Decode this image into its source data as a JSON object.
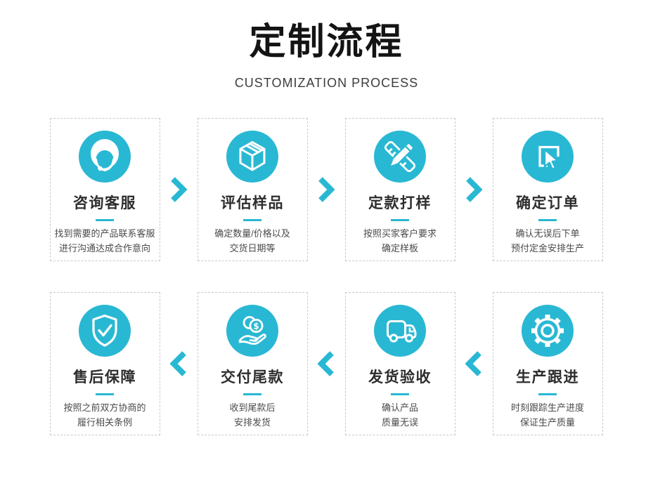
{
  "page": {
    "title": "定制流程",
    "subtitle": "CUSTOMIZATION PROCESS"
  },
  "colors": {
    "accent_teal": "#29b8d3",
    "card_border": "#c9c9c9",
    "title_text": "#141414",
    "body_text": "#4a4a4a"
  },
  "rows": [
    {
      "flow_direction": "left-to-right",
      "arrow_icon": "arrow-right-icon",
      "steps": [
        {
          "icon": "customer-service-icon",
          "title": "咨询客服",
          "desc_line1": "找到需要的产品联系客服",
          "desc_line2": "进行沟通达成合作意向"
        },
        {
          "icon": "package-box-icon",
          "title": "评估样品",
          "desc_line1": "确定数量/价格以及",
          "desc_line2": "交货日期等"
        },
        {
          "icon": "pencil-ruler-icon",
          "title": "定款打样",
          "desc_line1": "按照买家客户要求",
          "desc_line2": "确定样板"
        },
        {
          "icon": "click-order-icon",
          "title": "确定订单",
          "desc_line1": "确认无误后下单",
          "desc_line2": "预付定金安排生产"
        }
      ]
    },
    {
      "flow_direction": "right-to-left",
      "arrow_icon": "arrow-left-icon",
      "steps": [
        {
          "icon": "shield-check-icon",
          "title": "售后保障",
          "desc_line1": "按照之前双方协商的",
          "desc_line2": "履行相关条例"
        },
        {
          "icon": "hand-coin-icon",
          "title": "交付尾款",
          "desc_line1": "收到尾款后",
          "desc_line2": "安排发货"
        },
        {
          "icon": "truck-icon",
          "title": "发货验收",
          "desc_line1": "确认产品",
          "desc_line2": "质量无误"
        },
        {
          "icon": "gear-icon",
          "title": "生产跟进",
          "desc_line1": "时刻跟踪生产进度",
          "desc_line2": "保证生产质量"
        }
      ]
    }
  ]
}
